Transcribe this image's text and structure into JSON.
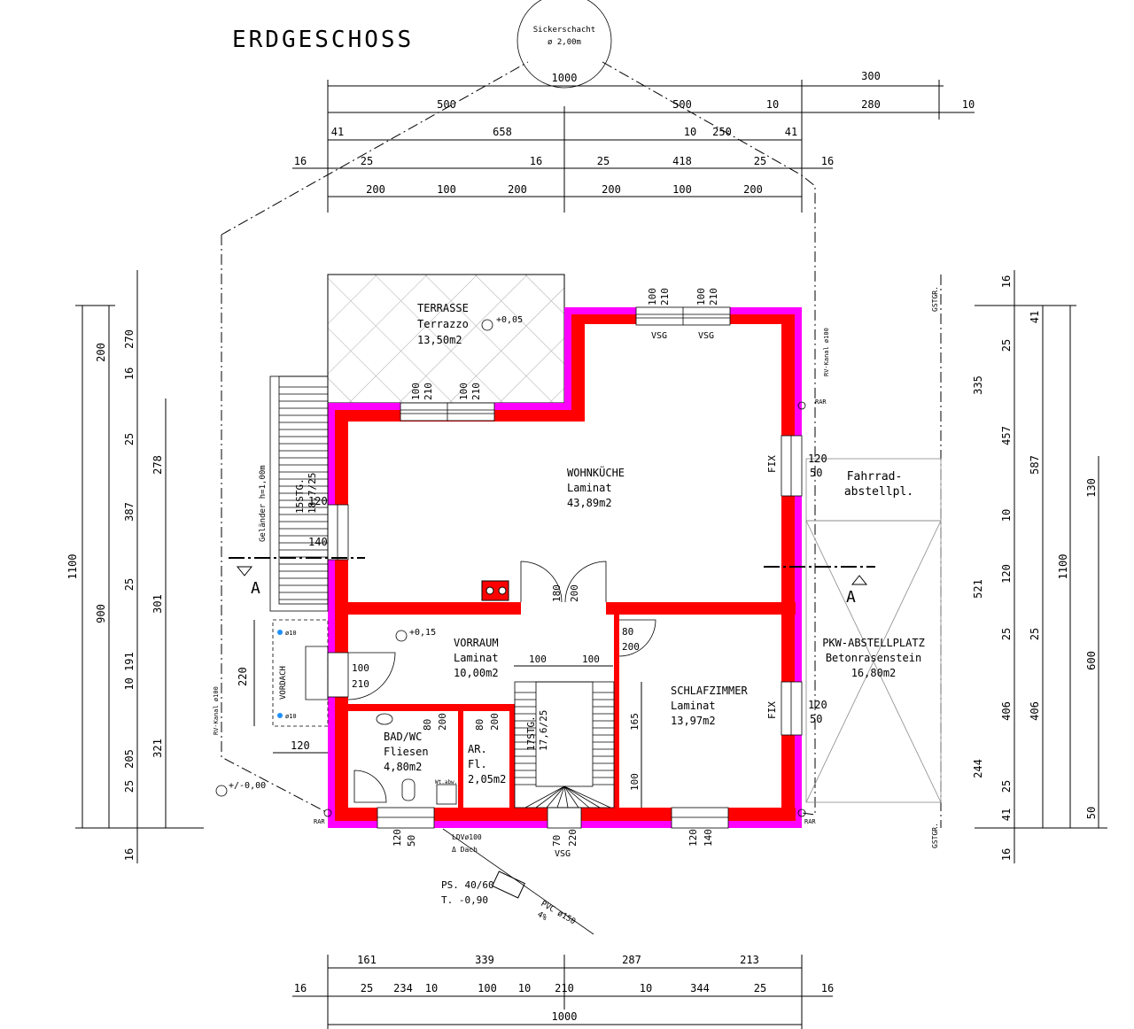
{
  "title": "ERDGESCHOSS",
  "sickerschacht": {
    "line1": "Sickerschacht",
    "line2": "ø 2,00m",
    "dim": "1000"
  },
  "top_dims": {
    "r1": [
      "300"
    ],
    "r2": [
      "500",
      "500",
      "10",
      "280",
      "10"
    ],
    "r3": [
      "41",
      "658",
      "10",
      "250",
      "41"
    ],
    "r4": [
      "16",
      "25",
      "16",
      "25",
      "418",
      "25",
      "16"
    ],
    "r5": [
      "200",
      "100",
      "200",
      "200",
      "100",
      "200"
    ]
  },
  "bottom_dims": {
    "r1": [
      "161",
      "339",
      "287",
      "213"
    ],
    "r2": [
      "16",
      "25",
      "234",
      "10",
      "100",
      "10",
      "210",
      "10",
      "344",
      "25",
      "16"
    ],
    "r3": [
      "1000"
    ]
  },
  "left_dims": {
    "c1": [
      "1100"
    ],
    "c2": [
      "200",
      "900",
      "16"
    ],
    "c3": [
      "270",
      "16",
      "25",
      "387",
      "25",
      "10 191",
      "205",
      "25"
    ],
    "c4": [
      "278",
      "301",
      "321"
    ]
  },
  "right_dims": {
    "c1": [
      "16",
      "335",
      "521",
      "244",
      "16"
    ],
    "c2": [
      "41",
      "25",
      "457",
      "10",
      "120",
      "25",
      "406",
      "25",
      "41"
    ],
    "c3": [
      "587",
      "25",
      "406"
    ],
    "c4": [
      "1100"
    ],
    "c5": [
      "130",
      "600",
      "50"
    ]
  },
  "rooms": {
    "terrasse": {
      "name": "TERRASSE",
      "floor": "Terrazzo",
      "area": "13,50m2",
      "level": "+0,05"
    },
    "wohnkueche": {
      "name": "WOHNKÜCHE",
      "floor": "Laminat",
      "area": "43,89m2"
    },
    "vorraum": {
      "name": "VORRAUM",
      "floor": "Laminat",
      "area": "10,00m2",
      "level": "+0,15"
    },
    "schlafzimmer": {
      "name": "SCHLAFZIMMER",
      "floor": "Laminat",
      "area": "13,97m2"
    },
    "bad": {
      "name": "BAD/WC",
      "floor": "Fliesen",
      "area": "4,80m2"
    },
    "ar": {
      "name": "AR.",
      "floor": "Fl.",
      "area": "2,05m2"
    },
    "pkw": {
      "name": "PKW-ABSTELLPLATZ",
      "floor": "Betonrasenstein",
      "area": "16,80m2"
    },
    "fahrrad": {
      "line1": "Fahrrad-",
      "line2": "abstellpl."
    }
  },
  "openings": {
    "top1": [
      "100",
      "210"
    ],
    "top2": [
      "100",
      "210"
    ],
    "vsg": "VSG",
    "ter1": [
      "100",
      "210"
    ],
    "ter2": [
      "100",
      "210"
    ],
    "fix": "FIX",
    "right1": [
      "120",
      "50"
    ],
    "right2": [
      "120",
      "50"
    ],
    "kitchen_door": [
      "180",
      "200"
    ],
    "sz_door": [
      "80",
      "200"
    ],
    "entry_door": [
      "100",
      "210"
    ],
    "bad_door": [
      "80",
      "200"
    ],
    "ar_door": [
      "80",
      "200"
    ],
    "vor_dims": [
      "100",
      "100"
    ],
    "sz_dims": [
      "165",
      "100"
    ],
    "bottom1": [
      "120",
      "50"
    ],
    "bottom2": [
      "70",
      "220"
    ],
    "bottom3": [
      "120",
      "140"
    ]
  },
  "stairs": {
    "outer": "15STG.",
    "outer2": "18,7/25",
    "inner": "17STG.",
    "inner2": "17,6/25",
    "railing": "Geländer h=1,00m",
    "w": "120",
    "h": "140"
  },
  "vordach": {
    "label": "VORDACH",
    "d1": "220",
    "d2": "120",
    "ab": "ø10"
  },
  "misc": {
    "rar": "RAR",
    "section": "A",
    "level_outside": "+/-0,00",
    "kanal": "RV-Kanal ø100",
    "gstgr": "GSTGR.",
    "ps1": "PS. 40/60",
    "ps2": "T. -0,90",
    "pvc": "PVC ø150",
    "pvc2": "4%",
    "dach1": "LDVø100",
    "dach2": "Δ Dach",
    "wt": "Wt.abw."
  }
}
